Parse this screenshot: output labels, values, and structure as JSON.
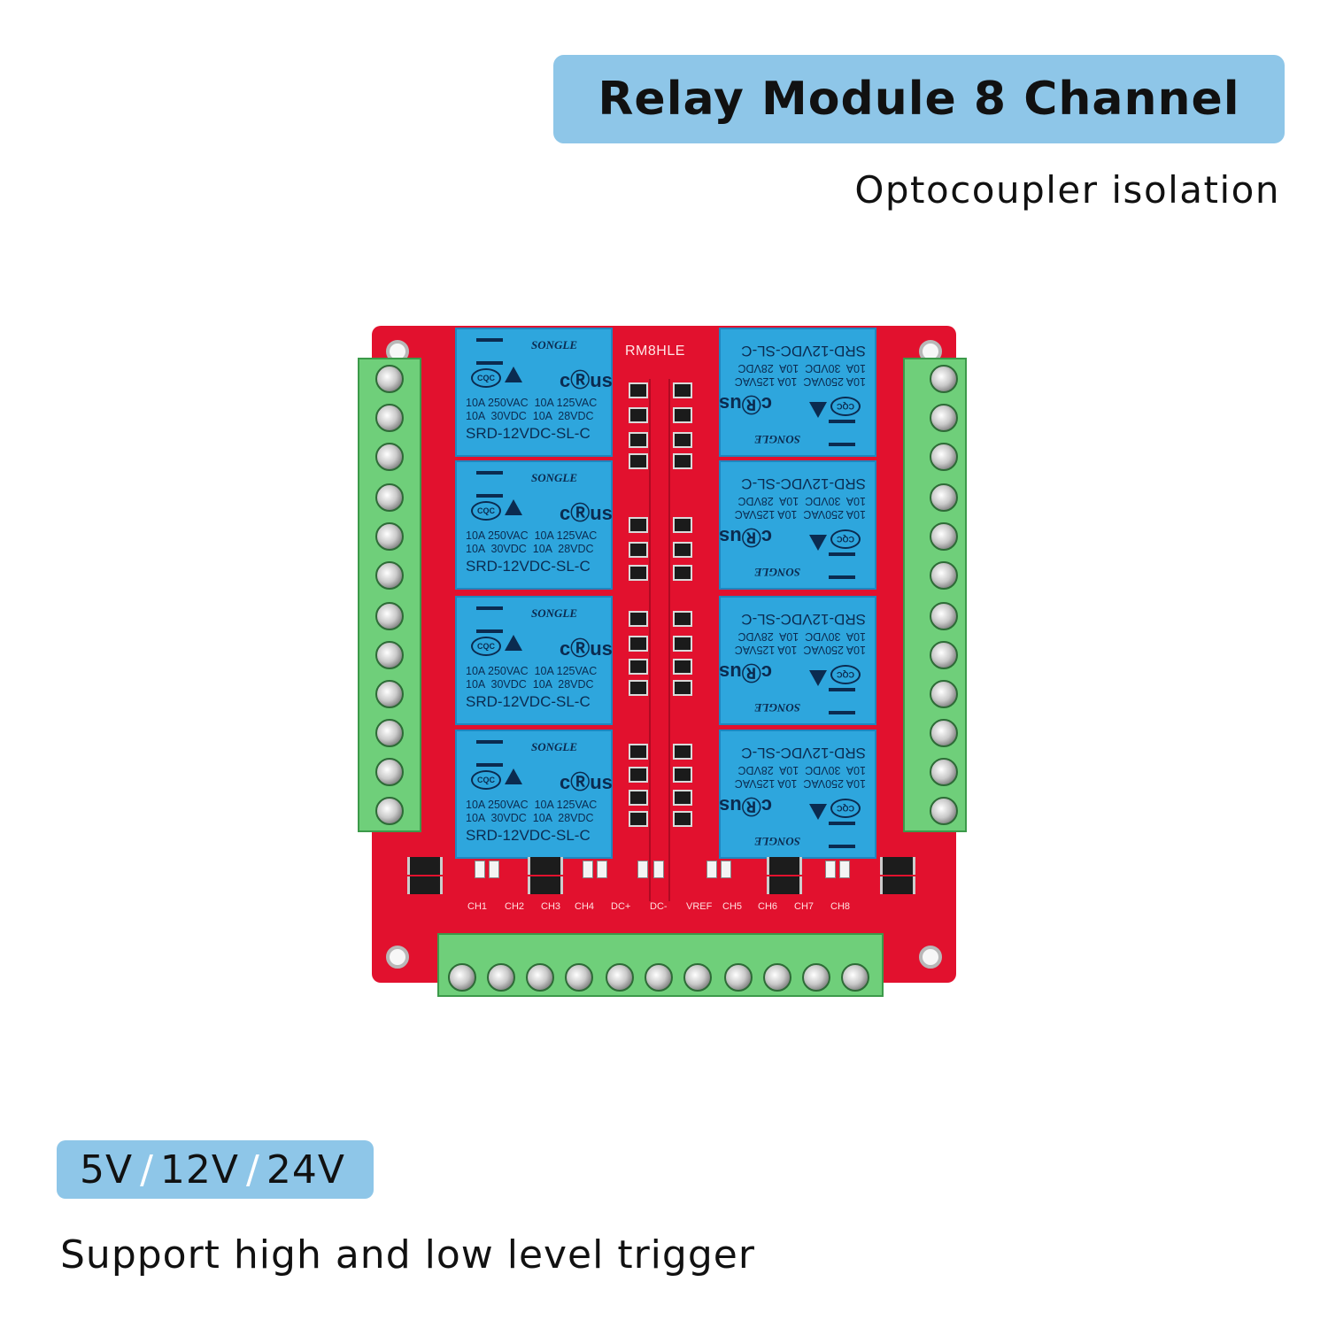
{
  "header": {
    "title": "Relay Module 8 Channel",
    "subtitle": "Optocoupler isolation"
  },
  "voltages": [
    "5V",
    "12V",
    "24V"
  ],
  "trigger_text": "Support high and low level trigger",
  "board": {
    "model": "RM8HLE",
    "relay": {
      "brand": "SONGLE",
      "cqc": "CQC",
      "ul": "cⓇus",
      "spec_line1": "10A 250VAC  10A 125VAC",
      "spec_line2": "10A  30VDC  10A  28VDC",
      "model": "SRD-12VDC-SL-C"
    },
    "pin_labels": [
      "CH1",
      "CH2",
      "CH3",
      "CH4",
      "DC+",
      "DC-",
      "VREF",
      "CH5",
      "CH6",
      "CH7",
      "CH8"
    ]
  },
  "colors": {
    "banner": "#8ec6e8",
    "pcb": "#e2112e",
    "relay": "#2ea6dd",
    "terminal": "#6fcf7a"
  }
}
